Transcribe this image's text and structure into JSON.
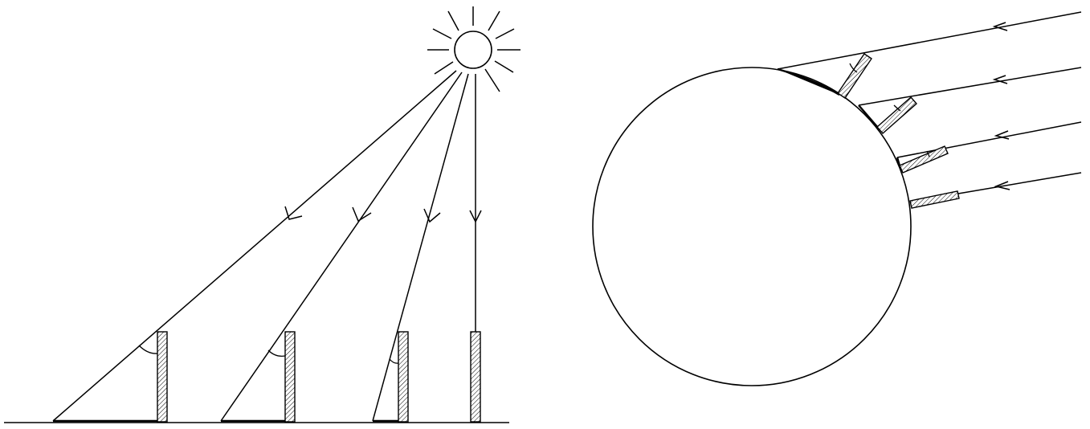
{
  "figure": {
    "left_panel": "sun-rays-on-flat-ground",
    "right_panel": "parallel-rays-on-spherical-earth",
    "pole_count_left": 4,
    "pole_count_right": 4,
    "colors": {
      "stroke": "#000000",
      "background": "#ffffff",
      "hatch": "#000000"
    }
  }
}
